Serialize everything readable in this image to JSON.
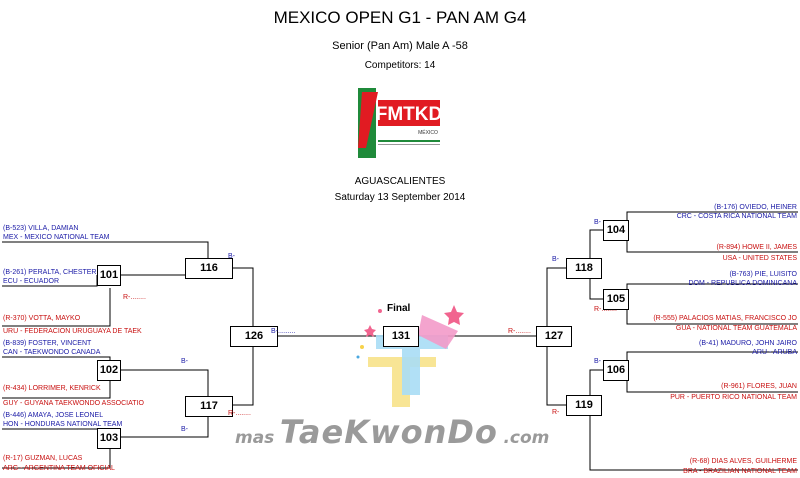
{
  "header": {
    "title": "MEXICO OPEN G1 - PAN AM G4",
    "division": "Senior (Pan Am) Male A -58",
    "competitors": "Competitors: 14",
    "city": "AGUASCALIENTES",
    "date": "Saturday 13 September 2014"
  },
  "logo": {
    "text": "FMTKD",
    "sub": "MÉXICO"
  },
  "final_label": "Final",
  "watermark": {
    "prefix": "mas",
    "main": "TaeKwonDo",
    "suffix": ".com"
  },
  "left": {
    "players": [
      {
        "name": "(B-523) VILLA, DAMIAN",
        "team": "MEX - MEXICO NATIONAL TEAM"
      },
      {
        "name": "(B-261) PERALTA, CHESTER",
        "team": "ECU - ECUADOR"
      },
      {
        "name": "(R-370) VOTTA, MAYKO",
        "team": "URU - FEDERACION URUGUAYA DE TAEK"
      },
      {
        "name": "(B-839) FOSTER, VINCENT",
        "team": "CAN - TAEKWONDO CANADA"
      },
      {
        "name": "(R-434) LORRIMER, KENRICK",
        "team": "GUY - GUYANA TAEKWONDO ASSOCIATIO"
      },
      {
        "name": "(B-446) AMAYA, JOSE LEONEL",
        "team": "HON - HONDURAS NATIONAL TEAM"
      },
      {
        "name": "(R-17) GUZMAN, LUCAS",
        "team": "ARG - ARGENTINA TEAM OFICIAL"
      }
    ],
    "matches": [
      "116",
      "101",
      "126",
      "102",
      "117",
      "103"
    ]
  },
  "right": {
    "players": [
      {
        "name": "(B-176) OVIEDO, HEINER",
        "team": "CRC - COSTA RICA NATIONAL TEAM"
      },
      {
        "name": "(R-894) HOWE II, JAMES",
        "team": "USA - UNITED STATES"
      },
      {
        "name": "(B-763) PIE, LUISITO",
        "team": "DOM - REPUBLICA DOMINICANA"
      },
      {
        "name": "(R-555) PALACIOS MATIAS, FRANCISCO JO",
        "team": "GUA - NATIONAL TEAM  GUATEMALA"
      },
      {
        "name": "(B-41) MADURO, JOHN JAIRO",
        "team": "ARU - ARUBA"
      },
      {
        "name": "(R-961) FLORES, JUAN",
        "team": "PUR - PUERTO RICO NATIONAL TEAM"
      },
      {
        "name": "(R-68) DIAS ALVES, GUILHERME",
        "team": "BRA - BRAZILIAN NATIONAL TEAM"
      }
    ],
    "matches": [
      "104",
      "118",
      "105",
      "127",
      "106",
      "119"
    ]
  },
  "final_match": "131",
  "marks": {
    "blue": "B-",
    "red": "R-",
    "blue_dots": "B-.........",
    "red_dots": "R-........"
  }
}
